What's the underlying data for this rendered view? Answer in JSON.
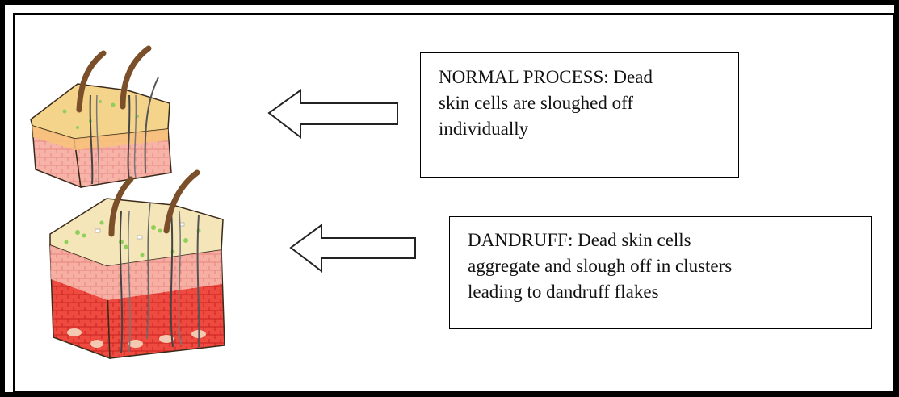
{
  "diagram": {
    "normal": {
      "lines": [
        "NORMAL PROCESS: Dead",
        "skin cells are sloughed off",
        "individually"
      ]
    },
    "dandruff": {
      "lines": [
        "DANDRUFF: Dead skin cells",
        "aggregate and slough off in clusters",
        "leading to dandruff flakes"
      ]
    },
    "colors": {
      "hair": "#7a4f2a",
      "epidermis_top": "#f1cf7e",
      "dermis": "#f29a93",
      "dermis_deep": "#e8312c",
      "flakes": "#8fcf5a",
      "frame": "#000000"
    }
  }
}
